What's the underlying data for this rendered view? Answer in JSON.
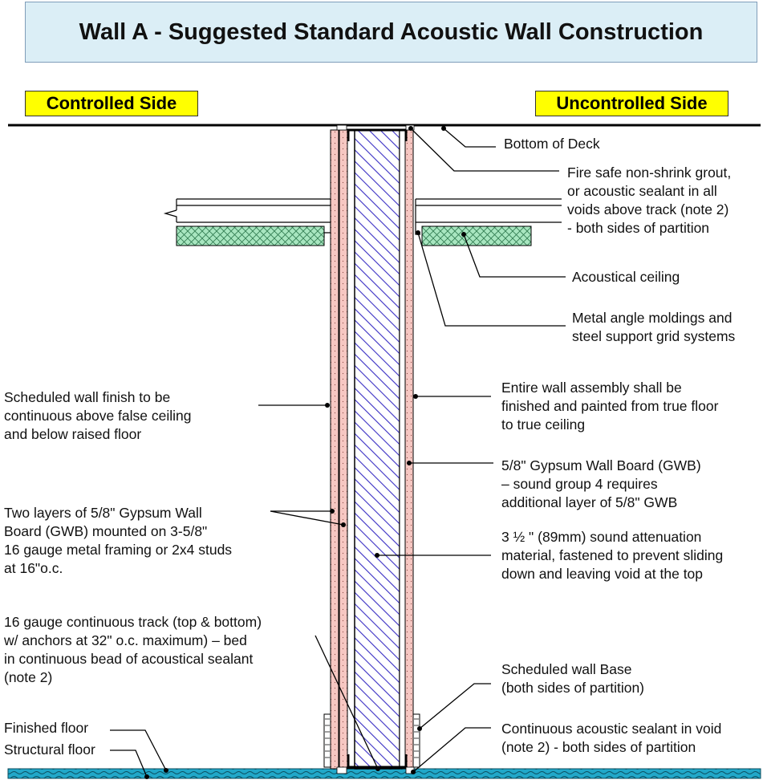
{
  "title": "Wall A - Suggested Standard Acoustic Wall Construction",
  "sides": {
    "controlled": "Controlled Side",
    "uncontrolled": "Uncontrolled Side"
  },
  "labels": {
    "bottom_of_deck": "Bottom of Deck",
    "fire_safe_grout": "Fire safe non-shrink grout,\nor acoustic sealant in all\nvoids above track (note 2)\n- both sides of partition",
    "acoustical_ceiling": "Acoustical ceiling",
    "metal_angle": "Metal angle moldings and\nsteel support grid systems",
    "scheduled_finish": "Scheduled wall finish to be\ncontinuous above false ceiling\nand below raised floor",
    "entire_wall": "Entire wall assembly shall be\nfinished and painted from true floor\nto true ceiling",
    "gwb_single": "5/8\" Gypsum Wall Board (GWB)\n– sound group 4 requires\nadditional layer of 5/8\" GWB",
    "two_layers": "Two layers of 5/8\" Gypsum Wall\nBoard (GWB) mounted on 3-5/8\"\n16 gauge metal framing or 2x4 studs\nat 16\"o.c.",
    "attenuation": "3 ½ \" (89mm) sound attenuation\nmaterial, fastened to prevent sliding\ndown and leaving void at the top",
    "track": "16 gauge continuous track (top & bottom)\nw/ anchors at 32\" o.c. maximum) – bed\nin continuous bead of acoustical sealant\n(note 2)",
    "wall_base": "Scheduled wall Base\n(both sides of partition)",
    "finished_floor": "Finished floor",
    "structural_floor": "Structural floor",
    "sealant_void": "Continuous acoustic sealant in void\n(note 2) - both sides of partition"
  },
  "colors": {
    "title_bg": "#dbeef6",
    "side_label_bg": "#ffff00",
    "gwb": "#f6c7c2",
    "insulation_hatch": "#3a2fc4",
    "ceiling_tile": "#a8e6c0",
    "floor": "#21a8c9"
  }
}
